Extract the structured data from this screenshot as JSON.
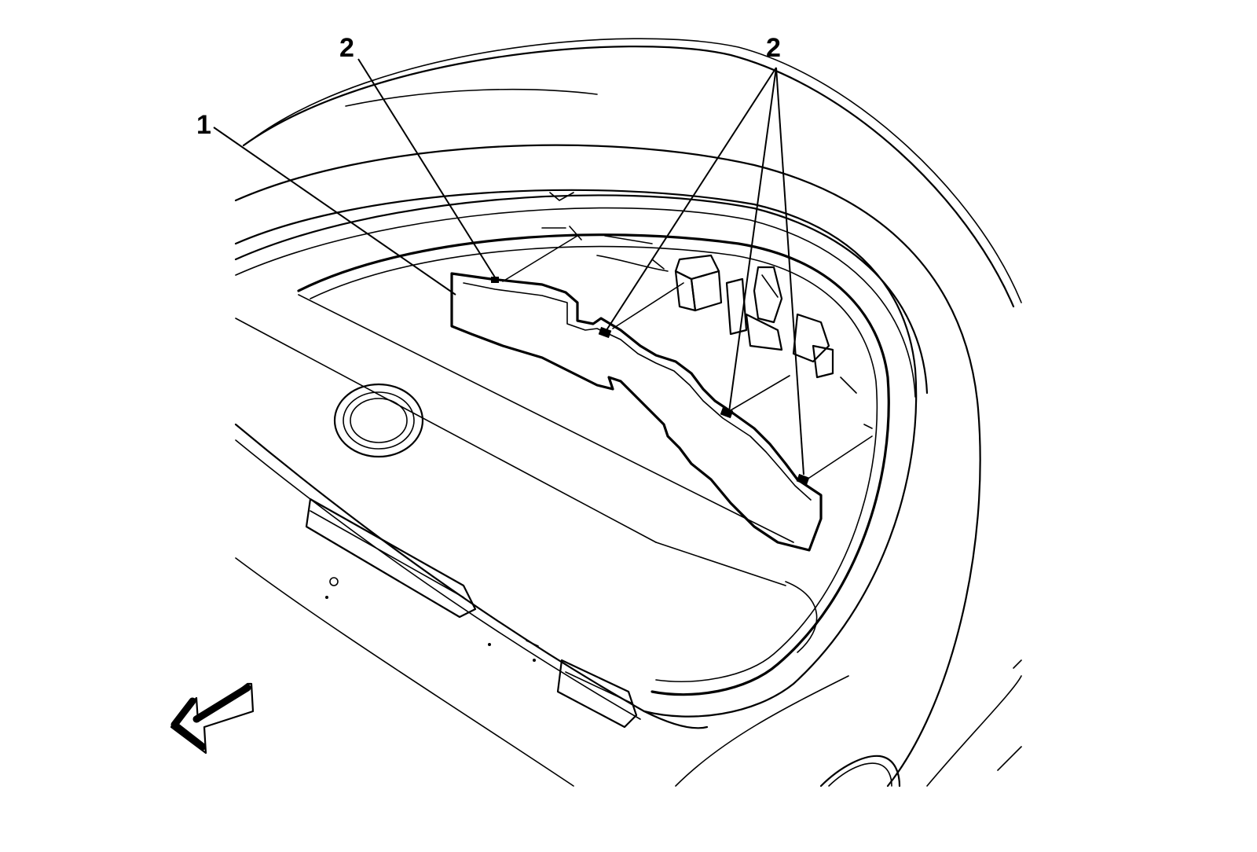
{
  "callouts": {
    "part_1": "1",
    "part_2_left": "2",
    "part_2_right": "2"
  },
  "arrow": {
    "icon": "direction-arrow-icon"
  }
}
